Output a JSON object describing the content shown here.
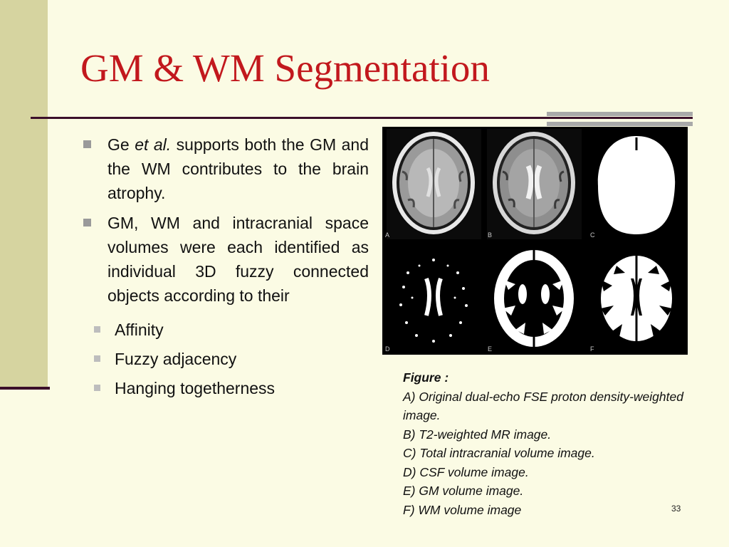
{
  "slide": {
    "title": "GM & WM Segmentation",
    "page_number": "33"
  },
  "bullets": [
    {
      "pre": "Ge ",
      "italic": "et al.",
      "post": " supports both the GM and the WM contributes to the brain atrophy."
    },
    {
      "text": "GM, WM and intracranial space volumes were each identified as individual 3D fuzzy connected objects according to their"
    }
  ],
  "sub_bullets": [
    "Affinity",
    "Fuzzy adjacency",
    "Hanging togetherness"
  ],
  "figure": {
    "panels": [
      "A",
      "B",
      "C",
      "D",
      "E",
      "F"
    ]
  },
  "caption": {
    "heading": "Figure :",
    "lines": [
      "A) Original dual-echo FSE proton   density-weighted image.",
      "B) T2-weighted MR image.",
      "C) Total intracranial volume image.",
      "D) CSF volume image.",
      "E) GM volume image.",
      "F) WM volume image"
    ]
  },
  "colors": {
    "background": "#fbfbe4",
    "left_bar": "#d6d4a0",
    "title": "#c2181d",
    "rule": "#3b0f2a"
  }
}
